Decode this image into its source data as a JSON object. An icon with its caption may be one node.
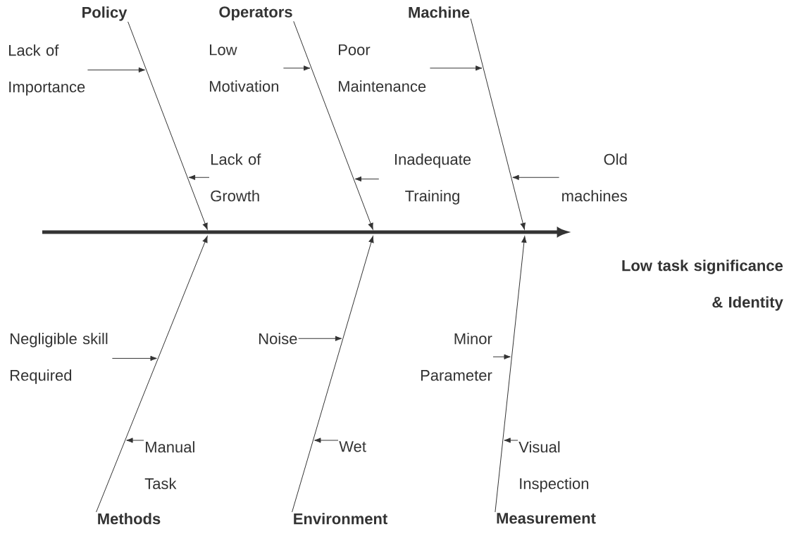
{
  "diagram": {
    "nodes": [
      {
        "text": [
          "Policy"
        ]
      },
      {
        "text": [
          "Operators"
        ]
      },
      {
        "text": [
          "Machine"
        ]
      },
      {
        "text": [
          "Lack of Importance"
        ]
      },
      {
        "text": [
          "Lack of Growth"
        ]
      },
      {
        "text": [
          "Low Motivation"
        ]
      },
      {
        "text": [
          "Inadequate Training"
        ]
      },
      {
        "text": [
          "Poor Maintenance"
        ]
      },
      {
        "text": [
          "Old machines"
        ]
      },
      {
        "text": [
          "Low task significance & Identity"
        ]
      },
      {
        "text": [
          "Negligible skill Required"
        ]
      },
      {
        "text": [
          "Manual Task"
        ]
      },
      {
        "text": [
          "Noise"
        ]
      },
      {
        "text": [
          "Wet"
        ]
      },
      {
        "text": [
          "Minor Parameter"
        ]
      },
      {
        "text": [
          "Visual Inspection"
        ]
      },
      {
        "text": [
          "Methods"
        ]
      },
      {
        "text": [
          "Environment"
        ]
      },
      {
        "text": [
          "Measurement"
        ]
      }
    ],
    "edges": [
      {
        "from": null,
        "to": 9,
        "arrow": "to",
        "style": "thick"
      },
      {
        "from": 0,
        "to": null,
        "arrow": "to"
      },
      {
        "from": 1,
        "to": null,
        "arrow": "to"
      },
      {
        "from": 2,
        "to": null,
        "arrow": "to"
      },
      {
        "from": 16,
        "to": null,
        "arrow": "to"
      },
      {
        "from": 17,
        "to": null,
        "arrow": "to"
      },
      {
        "from": 18,
        "to": null,
        "arrow": "to"
      },
      {
        "from": 3,
        "to": null,
        "arrow": "to"
      },
      {
        "from": 4,
        "to": null,
        "arrow": "to"
      },
      {
        "from": 5,
        "to": null,
        "arrow": "to"
      },
      {
        "from": 6,
        "to": null,
        "arrow": "to"
      },
      {
        "from": 7,
        "to": null,
        "arrow": "to"
      },
      {
        "from": 8,
        "to": null,
        "arrow": "to"
      },
      {
        "from": 10,
        "to": null,
        "arrow": "to"
      },
      {
        "from": 11,
        "to": null,
        "arrow": "to"
      },
      {
        "from": 12,
        "to": null,
        "arrow": "to"
      },
      {
        "from": 13,
        "to": null,
        "arrow": "to"
      },
      {
        "from": 14,
        "to": null,
        "arrow": "to"
      },
      {
        "from": 15,
        "to": null,
        "arrow": "to"
      }
    ]
  }
}
